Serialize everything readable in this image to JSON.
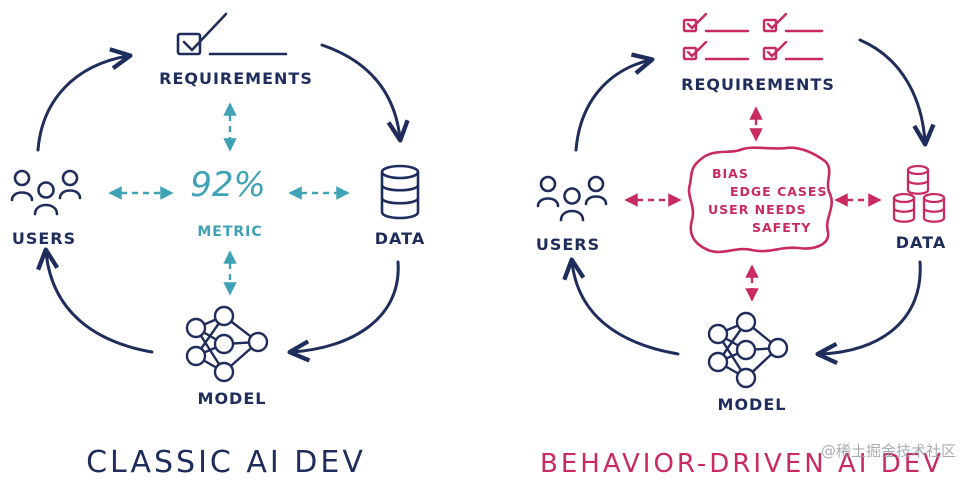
{
  "colors": {
    "navy": "#1f2d5c",
    "teal": "#3fa3b5",
    "crimson": "#c92a62"
  },
  "classic": {
    "requirements_label": "REQUIREMENTS",
    "users_label": "USERS",
    "data_label": "DATA",
    "model_label": "MODEL",
    "metric_value": "92%",
    "metric_label": "METRIC",
    "caption": "CLASSIC AI DEV"
  },
  "behavior": {
    "requirements_label": "REQUIREMENTS",
    "users_label": "USERS",
    "data_label": "DATA",
    "model_label": "MODEL",
    "cloud_items": [
      "BIAS",
      "EDGE CASES",
      "USER NEEDS",
      "SAFETY"
    ],
    "caption": "BEHAVIOR-DRIVEN AI DEV"
  },
  "watermark": "@稀土掘金技术社区"
}
